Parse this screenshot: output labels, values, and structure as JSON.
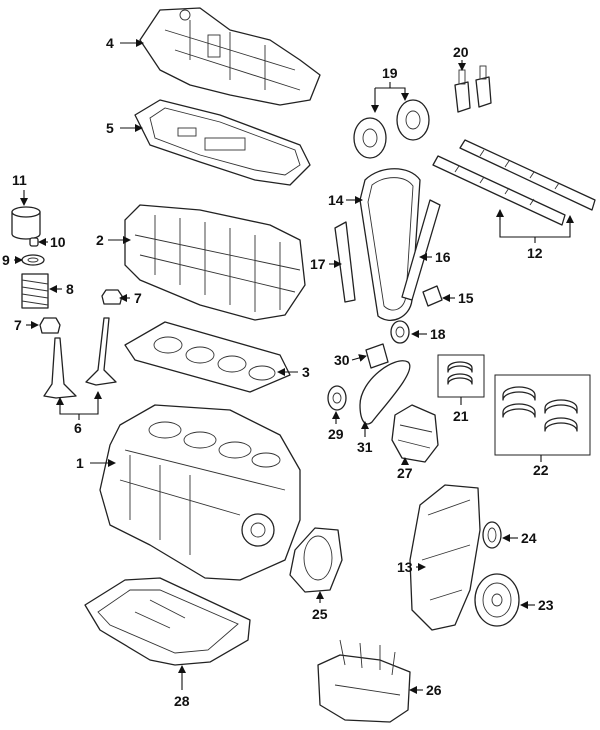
{
  "callouts": [
    {
      "id": "c1",
      "label": "1"
    },
    {
      "id": "c2",
      "label": "2"
    },
    {
      "id": "c3",
      "label": "3"
    },
    {
      "id": "c4",
      "label": "4"
    },
    {
      "id": "c5",
      "label": "5"
    },
    {
      "id": "c6",
      "label": "6"
    },
    {
      "id": "c7a",
      "label": "7"
    },
    {
      "id": "c7b",
      "label": "7"
    },
    {
      "id": "c8",
      "label": "8"
    },
    {
      "id": "c9",
      "label": "9"
    },
    {
      "id": "c10",
      "label": "10"
    },
    {
      "id": "c11",
      "label": "11"
    },
    {
      "id": "c12",
      "label": "12"
    },
    {
      "id": "c13",
      "label": "13"
    },
    {
      "id": "c14",
      "label": "14"
    },
    {
      "id": "c15",
      "label": "15"
    },
    {
      "id": "c16",
      "label": "16"
    },
    {
      "id": "c17",
      "label": "17"
    },
    {
      "id": "c18",
      "label": "18"
    },
    {
      "id": "c19",
      "label": "19"
    },
    {
      "id": "c20",
      "label": "20"
    },
    {
      "id": "c21",
      "label": "21"
    },
    {
      "id": "c22",
      "label": "22"
    },
    {
      "id": "c23",
      "label": "23"
    },
    {
      "id": "c24",
      "label": "24"
    },
    {
      "id": "c25",
      "label": "25"
    },
    {
      "id": "c26",
      "label": "26"
    },
    {
      "id": "c27",
      "label": "27"
    },
    {
      "id": "c28",
      "label": "28"
    },
    {
      "id": "c29",
      "label": "29"
    },
    {
      "id": "c30",
      "label": "30"
    },
    {
      "id": "c31",
      "label": "31"
    }
  ]
}
